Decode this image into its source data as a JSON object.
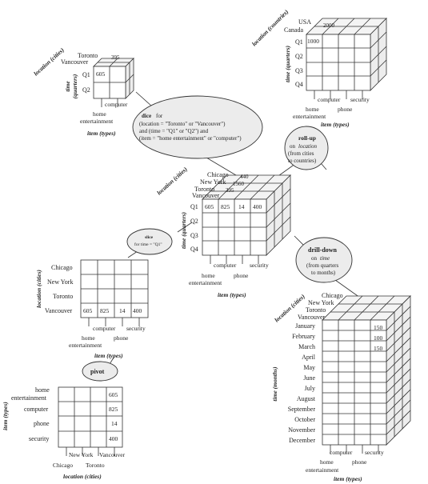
{
  "dice_cube": {
    "depth_labels": [
      "Toronto",
      "Vancouver"
    ],
    "back_value": "395",
    "rows": [
      "Q1",
      "Q2"
    ],
    "cell_value": "605",
    "x_labels": [
      "computer",
      "home",
      "entertainment"
    ],
    "axis_x": "item (types)",
    "axis_y_1": "time",
    "axis_y_2": "(quarters)",
    "axis_depth": "location (cities)"
  },
  "rollup_cube": {
    "depth_labels": [
      "USA",
      "Canada"
    ],
    "back_value": "2000",
    "rows": [
      "Q1",
      "Q2",
      "Q3",
      "Q4"
    ],
    "cell_value": "1000",
    "x_labels": [
      "computer",
      "security",
      "home",
      "phone",
      "entertainment"
    ],
    "axis_x": "item (types)",
    "axis_y": "time (quarters)",
    "axis_depth": "location (countries)"
  },
  "central_cube": {
    "depth_labels": [
      "Chicago",
      "New York",
      "Toronto",
      "Vancouver"
    ],
    "back_values": [
      "440",
      "1560",
      "395"
    ],
    "rows": [
      "Q1",
      "Q2",
      "Q3",
      "Q4"
    ],
    "q1_values": [
      "605",
      "825",
      "14",
      "400"
    ],
    "x_labels": [
      "computer",
      "security",
      "home",
      "phone",
      "entertainment"
    ],
    "axis_x": "item (types)",
    "axis_y": "time (quarters)",
    "axis_depth": "location (cities)"
  },
  "slice_grid": {
    "rows": [
      "Chicago",
      "New York",
      "Toronto",
      "Vancouver"
    ],
    "values": [
      "605",
      "825",
      "14",
      "400"
    ],
    "x_labels": [
      "computer",
      "security",
      "home",
      "phone",
      "entertainment"
    ],
    "axis_x": "item (types)",
    "axis_y": "location (cities)"
  },
  "pivot_grid": {
    "rows": [
      "home",
      "entertainment",
      "computer",
      "phone",
      "security"
    ],
    "values": [
      "605",
      "825",
      "14",
      "400"
    ],
    "x_labels": [
      "New York",
      "Vancouver",
      "Chicago",
      "Toronto"
    ],
    "axis_x": "location (cities)",
    "axis_y": "item (types)"
  },
  "drilldown_cube": {
    "depth_labels": [
      "Chicago",
      "New York",
      "Toronto",
      "Vancouver"
    ],
    "months": [
      "January",
      "February",
      "March",
      "April",
      "May",
      "June",
      "July",
      "August",
      "September",
      "October",
      "November",
      "December"
    ],
    "values": [
      "150",
      "100",
      "150"
    ],
    "x_labels": [
      "computer",
      "security",
      "home",
      "phone",
      "entertainment"
    ],
    "axis_x": "item (types)",
    "axis_y": "time (months)",
    "axis_depth": "location (cities)"
  },
  "operations": {
    "dice": {
      "title": "dice",
      "for_word": "for",
      "line2": "(location = \"Toronto\" or \"Vancouver\")",
      "line3": "and (time = \"Q1\" or \"Q2\") and",
      "line4": "(item = \"home entertainment\" or \"computer\")"
    },
    "rollup": {
      "title": "roll-up",
      "line1": "on",
      "line1_em": "location",
      "line2": "(from cities",
      "line3": "to countries)"
    },
    "slice": {
      "title": "slice",
      "line2": "for time = \"Q1\""
    },
    "drilldown": {
      "title": "drill-down",
      "line1": "on",
      "line1_em": "time",
      "line2": "(from quarters",
      "line3": "to months)"
    },
    "pivot": {
      "title": "pivot"
    }
  }
}
